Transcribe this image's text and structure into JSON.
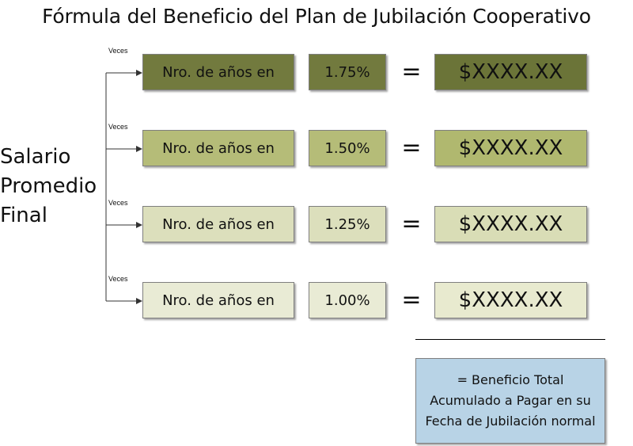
{
  "title": "Fórmula del Beneficio del Plan de Jubilación Cooperativo",
  "salary_label": [
    "Salario",
    "Promedio",
    "Final"
  ],
  "rows": [
    {
      "veces": "Veces",
      "years": "Nro. de años en",
      "percent": "1.75%",
      "equals": "=",
      "amount": "$XXXX.XX",
      "colors": {
        "box": "#727a3e",
        "amount": "#6b7438"
      }
    },
    {
      "veces": "Veces",
      "years": "Nro. de años en",
      "percent": "1.50%",
      "equals": "=",
      "amount": "$XXXX.XX",
      "colors": {
        "box": "#b5bc78",
        "amount": "#b0b86f"
      }
    },
    {
      "veces": "Veces",
      "years": "Nro. de años en",
      "percent": "1.25%",
      "equals": "=",
      "amount": "$XXXX.XX",
      "colors": {
        "box": "#dcdfbc",
        "amount": "#d9ddb6"
      }
    },
    {
      "veces": "Veces",
      "years": "Nro. de años en",
      "percent": "1.00%",
      "equals": "=",
      "amount": "$XXXX.XX",
      "colors": {
        "box": "#e9ebd5",
        "amount": "#e8eacf"
      }
    }
  ],
  "total": {
    "lines": [
      "= Beneficio Total",
      "Acumulado a Pagar en su",
      "Fecha de Jubilación normal"
    ],
    "color": "#b8d3e6"
  }
}
